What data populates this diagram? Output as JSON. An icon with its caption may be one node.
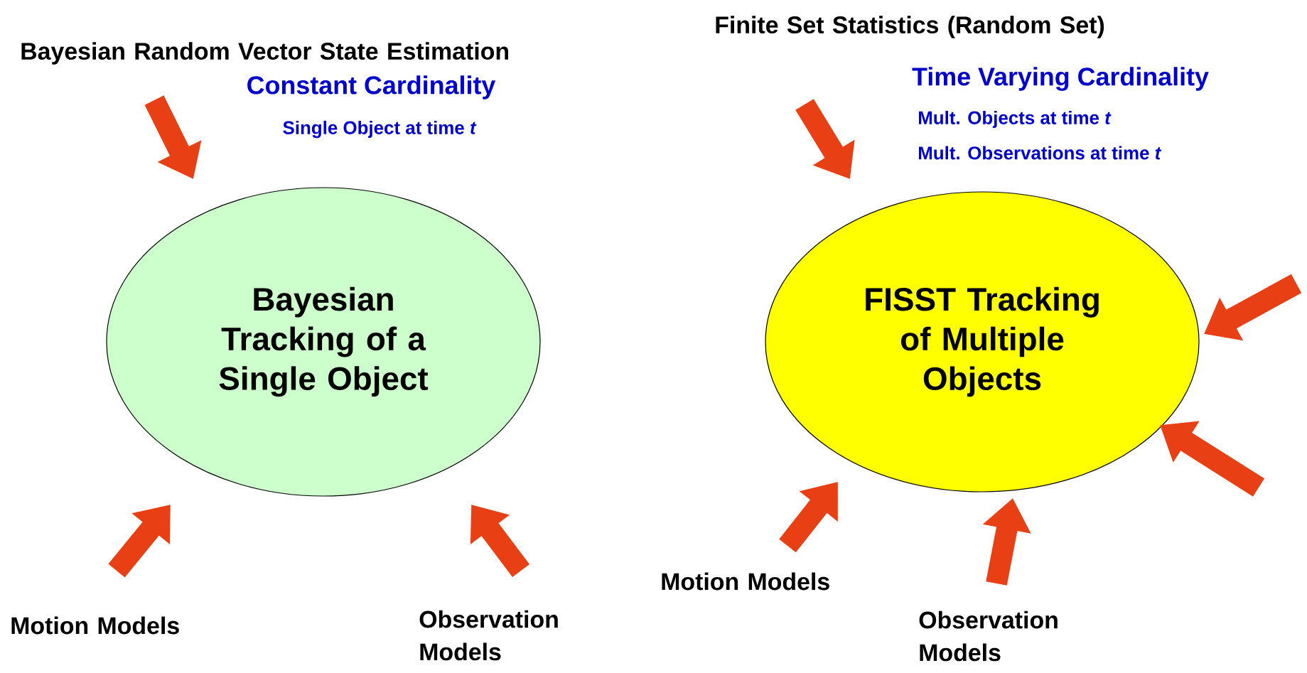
{
  "diagram": {
    "nodes": [
      {
        "text": [
          "Bayesian Tracking of a Single Object"
        ]
      },
      {
        "text": [
          "FISST Tracking of Multiple Objects"
        ]
      },
      {
        "text": [
          "Bayesian Random Vector State Estimation"
        ]
      },
      {
        "text": [
          "Motion Models"
        ]
      },
      {
        "text": [
          "Observation Models"
        ]
      },
      {
        "text": [
          "Finite Set Statistics (Random Set)"
        ]
      },
      {
        "text": [
          "Motion Models"
        ]
      },
      {
        "text": [
          "Observation Models"
        ]
      }
    ],
    "edges": [
      {
        "from": 2,
        "to": 0,
        "arrow": "to"
      },
      {
        "from": 3,
        "to": 0,
        "arrow": "to"
      },
      {
        "from": 4,
        "to": 0,
        "arrow": "to"
      },
      {
        "from": 5,
        "to": 1,
        "arrow": "to"
      },
      {
        "from": null,
        "to": 1,
        "arrow": "to"
      },
      {
        "from": null,
        "to": 1,
        "arrow": "to"
      },
      {
        "from": 6,
        "to": 1,
        "arrow": "to"
      },
      {
        "from": 7,
        "to": 1,
        "arrow": "to"
      }
    ],
    "labels": [
      "Constant Cardinality",
      "Single Object at time *t*",
      "Time Varying Cardinality",
      "Mult. Objects at time *t*",
      "Mult. Observations at time *t*"
    ]
  }
}
